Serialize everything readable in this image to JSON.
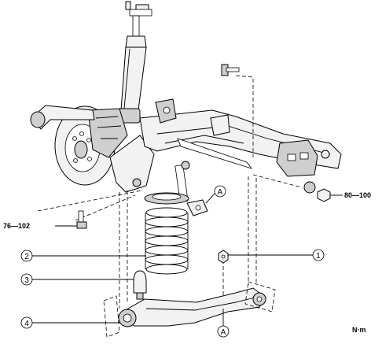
{
  "callouts": [
    {
      "number": "1",
      "name": "nut"
    },
    {
      "number": "2",
      "name": "coil-spring"
    },
    {
      "number": "3",
      "name": "bound-stopper"
    },
    {
      "number": "4",
      "name": "lower-arm"
    }
  ],
  "reference_marks": {
    "top": "A",
    "bottom": "A"
  },
  "torques": {
    "left_bolt": "76—102",
    "right_bolt": "80—100"
  },
  "unit": "N·m"
}
